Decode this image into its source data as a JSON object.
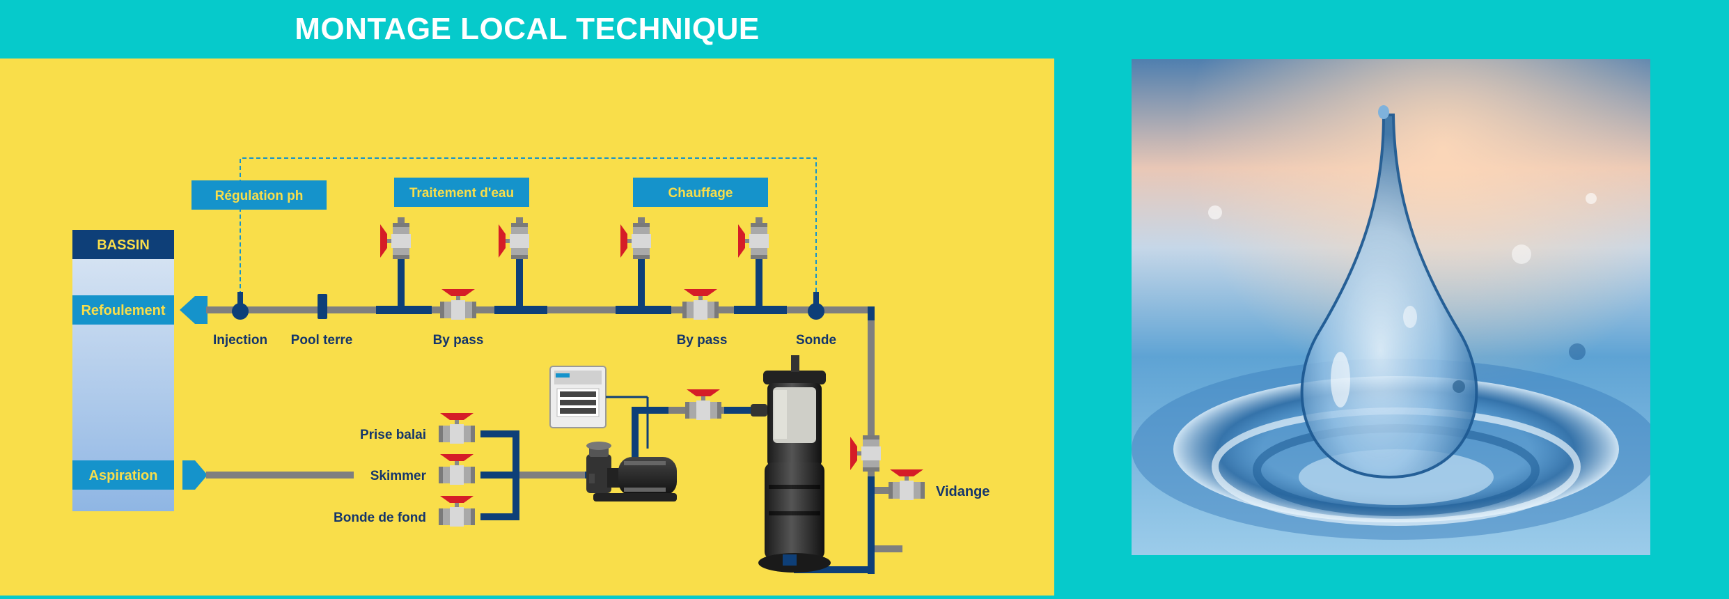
{
  "title": "MONTAGE LOCAL TECHNIQUE",
  "diagram": {
    "bassin": {
      "header": "BASSIN",
      "refoulement": "Refoulement",
      "aspiration": "Aspiration"
    },
    "boxes": {
      "regulation": "Régulation ph",
      "traitement": "Traitement d'eau",
      "chauffage": "Chauffage"
    },
    "labels": {
      "injection": "Injection",
      "pool_terre": "Pool terre",
      "bypass1": "By pass",
      "bypass2": "By pass",
      "sonde": "Sonde",
      "prise_balai": "Prise balai",
      "skimmer": "Skimmer",
      "bonde_de_fond": "Bonde de fond",
      "vidange": "Vidange"
    }
  },
  "colors": {
    "background": "#06CACB",
    "diagram_background": "#F9DE4A",
    "pipe_navy": "#0E3F78",
    "pipe_gray": "#7F7F7F",
    "box_blue": "#1593CB",
    "box_text": "#F9DE4A",
    "label_text": "#14356B",
    "valve_red": "#D51D27"
  },
  "icons": {
    "photo": "water-drop-photo",
    "pump": "pool-pump-icon",
    "filter": "sand-filter-icon",
    "control": "control-panel-icon"
  }
}
